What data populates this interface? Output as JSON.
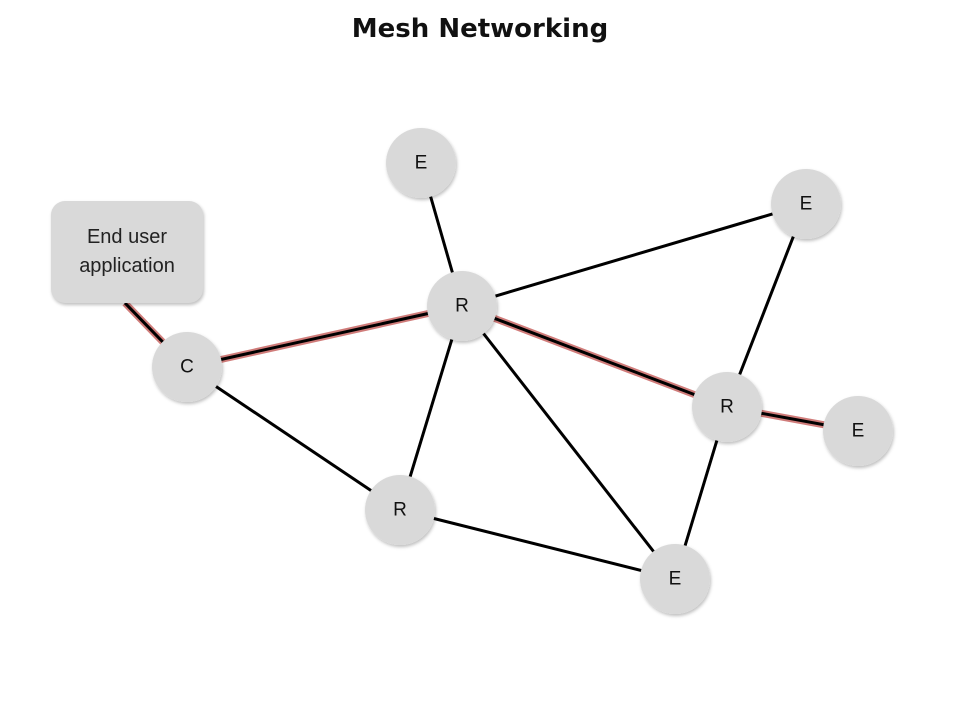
{
  "title": "Mesh Networking",
  "app": {
    "line1": "End user",
    "line2": "application"
  },
  "colors": {
    "node_fill": "#d9d9d9",
    "link": "#000000",
    "highlight": "#c0504d"
  },
  "nodes": [
    {
      "id": "E1",
      "label": "E",
      "role": "end-device"
    },
    {
      "id": "E2",
      "label": "E",
      "role": "end-device"
    },
    {
      "id": "C",
      "label": "C",
      "role": "coordinator"
    },
    {
      "id": "R1",
      "label": "R",
      "role": "router"
    },
    {
      "id": "R2",
      "label": "R",
      "role": "router"
    },
    {
      "id": "E3",
      "label": "E",
      "role": "end-device"
    },
    {
      "id": "R3",
      "label": "R",
      "role": "router"
    },
    {
      "id": "E4",
      "label": "E",
      "role": "end-device"
    }
  ],
  "links": [
    {
      "from": "APP",
      "to": "C",
      "highlight": true
    },
    {
      "from": "C",
      "to": "R1",
      "highlight": true
    },
    {
      "from": "R1",
      "to": "R2",
      "highlight": true
    },
    {
      "from": "R2",
      "to": "E3",
      "highlight": true
    },
    {
      "from": "E1",
      "to": "R1",
      "highlight": false
    },
    {
      "from": "R1",
      "to": "E2",
      "highlight": false
    },
    {
      "from": "E2",
      "to": "R2",
      "highlight": false
    },
    {
      "from": "C",
      "to": "R3",
      "highlight": false
    },
    {
      "from": "R1",
      "to": "R3",
      "highlight": false
    },
    {
      "from": "R1",
      "to": "E4",
      "highlight": false
    },
    {
      "from": "R3",
      "to": "E4",
      "highlight": false
    },
    {
      "from": "R2",
      "to": "E4",
      "highlight": false
    }
  ]
}
